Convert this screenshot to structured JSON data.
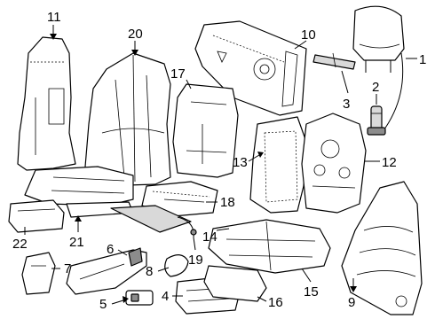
{
  "callouts": {
    "c1": "1",
    "c2": "2",
    "c3": "3",
    "c4": "4",
    "c5": "5",
    "c6": "6",
    "c7": "7",
    "c8": "8",
    "c9": "9",
    "c10": "10",
    "c11": "11",
    "c12": "12",
    "c13": "13",
    "c14": "14",
    "c15": "15",
    "c16": "16",
    "c17": "17",
    "c18": "18",
    "c19": "19",
    "c20": "20",
    "c21": "21",
    "c22": "22"
  },
  "colors": {
    "line": "#000000",
    "background": "#ffffff",
    "shade": "#d9d9d9",
    "dark_shade": "#8c8c8c"
  }
}
